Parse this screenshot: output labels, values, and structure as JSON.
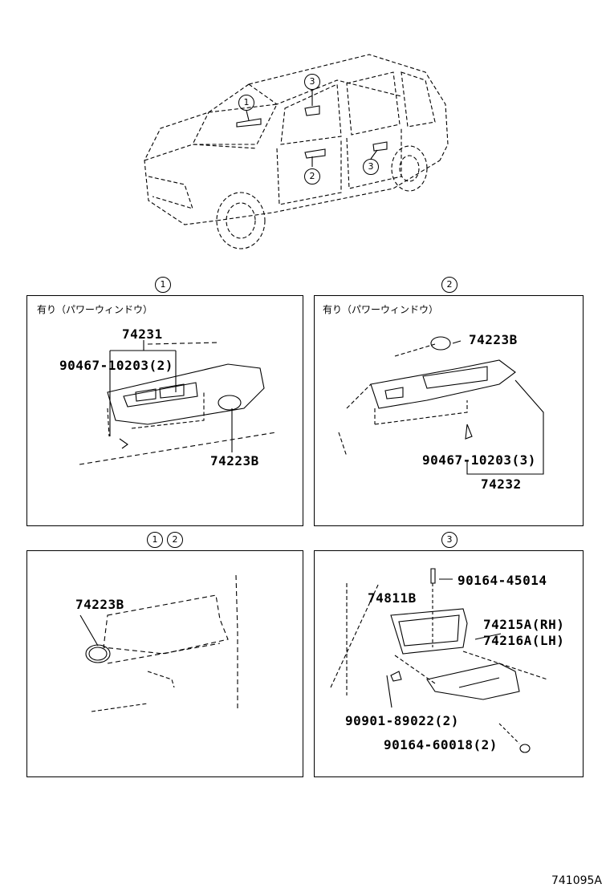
{
  "vehicle": {
    "callouts": [
      "1",
      "2",
      "3",
      "3"
    ]
  },
  "panel1": {
    "marker": "1",
    "note": "有り（パワーウィンドウ）",
    "parts": [
      "74231",
      "90467-10203(2)",
      "74223B"
    ]
  },
  "panel2": {
    "marker": "2",
    "note": "有り（パワーウィンドウ）",
    "parts": [
      "74223B",
      "90467-10203(3)",
      "74232"
    ]
  },
  "panel3": {
    "markers": [
      "1",
      "2"
    ],
    "parts": [
      "74223B"
    ]
  },
  "panel4": {
    "marker": "3",
    "parts": [
      "90164-45014",
      "74811B",
      "74215A(RH)",
      "74216A(LH)",
      "90901-89022(2)",
      "90164-60018(2)"
    ]
  },
  "footer": {
    "code": "741095A"
  }
}
